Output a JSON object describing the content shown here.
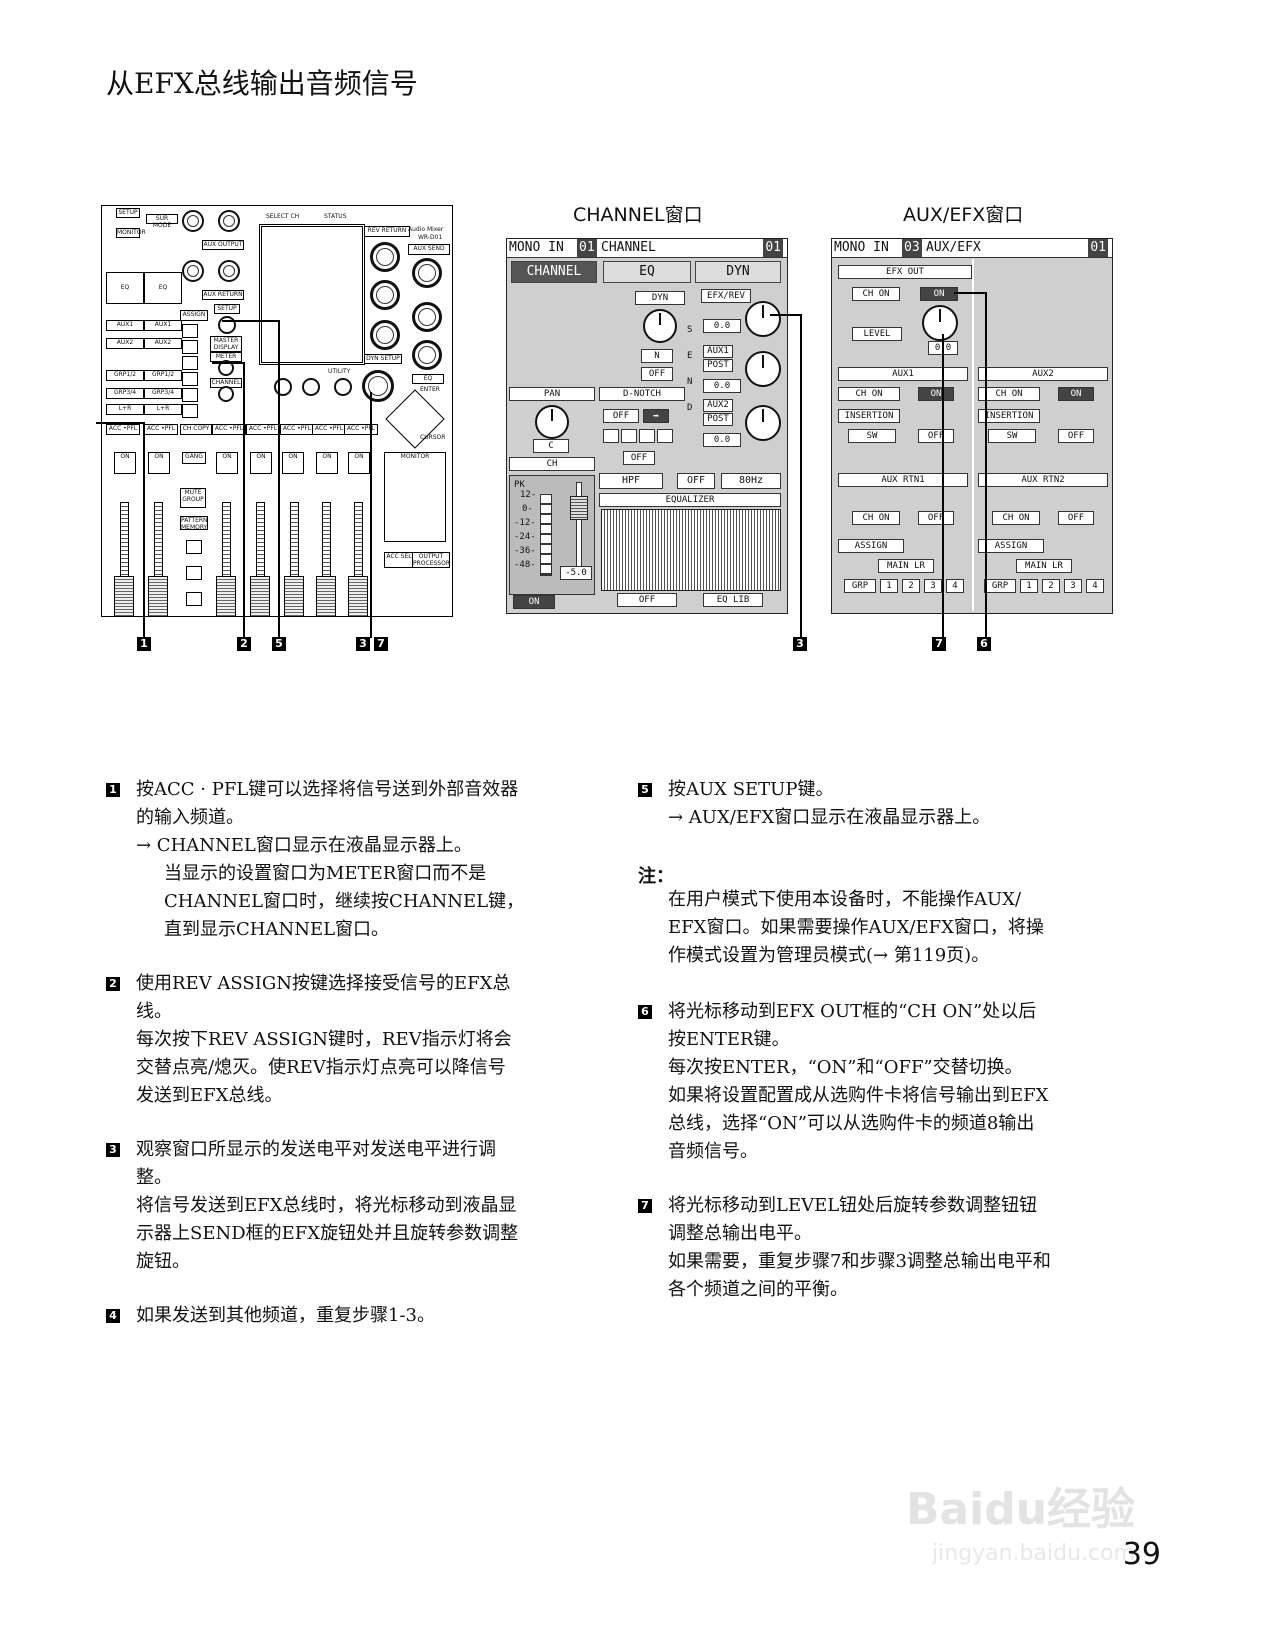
{
  "page": {
    "title": "从EFX总线输出音频信号",
    "number": "39"
  },
  "figures": {
    "channel_caption": "CHANNEL窗口",
    "auxefx_caption": "AUX/EFX窗口"
  },
  "console": {
    "labels": [
      "SETUP",
      "SUR MODE",
      "MONITOR",
      "EQ",
      "EQ",
      "AUX1",
      "AUX1",
      "AUX2",
      "AUX2",
      "GRP1/2",
      "GRP1/2",
      "GRP3/4",
      "GRP3/4",
      "L+R",
      "L+R",
      "ASSIGN",
      "SETUP",
      "MASTER DISPLAY",
      "METER",
      "CHANNEL",
      "REV RETURN",
      "AUX SEND",
      "Audio Mixer",
      "WR-D01",
      "AUX OUTPUT",
      "AUX RETURN",
      "DYN SETUP",
      "EQ",
      "ENTER",
      "CURSOR",
      "UTILITY",
      "CH COPY",
      "GANG",
      "MUTE GROUP",
      "PATTERN MEMORY",
      "MONITOR",
      "ACC SEL",
      "OUTPUT PROCESSOR",
      "ACC·PFL",
      "ON",
      "SELECT CH",
      "STATUS"
    ],
    "strip_label": "ACC •PFL",
    "on_label": "ON",
    "lr_label": "L+R"
  },
  "channel_window": {
    "header": {
      "mono_in": "MONO IN",
      "ch_num": "01",
      "name": "CHANNEL",
      "page": "01"
    },
    "tabs": [
      "CHANNEL",
      "EQ",
      "DYN"
    ],
    "dyn": {
      "title": "DYN",
      "n": "N",
      "off": "OFF"
    },
    "send": {
      "letters": [
        "S",
        "E",
        "N",
        "D"
      ],
      "efx_rev": "EFX/REV",
      "efx_val": "0.0",
      "aux1": "AUX1",
      "aux1_post": "POST",
      "aux1_val": "0.0",
      "aux2": "AUX2",
      "aux2_post": "POST",
      "aux2_val": "0.0"
    },
    "pan": {
      "title": "PAN",
      "val": "C",
      "ch": "CH"
    },
    "dnotch": {
      "title": "D-NOTCH",
      "off": "OFF",
      "off2": "OFF"
    },
    "hpf": {
      "title": "HPF",
      "state": "OFF",
      "freq": "80Hz"
    },
    "equalizer": "EQUALIZER",
    "meter": {
      "pk": "PK",
      "scale": [
        "12-",
        "0-",
        "-12-",
        "-24-",
        "-36-",
        "-48-"
      ],
      "level": "-5.0",
      "on": "ON"
    },
    "bottom": {
      "off": "OFF",
      "eqlib": "EQ LIB"
    }
  },
  "auxefx_window": {
    "header": {
      "mono_in": "MONO IN",
      "ch_num": "03",
      "name": "AUX/EFX",
      "page": "01"
    },
    "efx_out": {
      "title": "EFX OUT",
      "ch_on": "CH ON",
      "on": "ON",
      "level": "LEVEL",
      "val": "0.0"
    },
    "aux1": {
      "title": "AUX1",
      "ch_on": "CH ON",
      "on": "ON",
      "insertion": "INSERTION",
      "sw": "SW",
      "off": "OFF"
    },
    "aux2": {
      "title": "AUX2",
      "ch_on": "CH ON",
      "on": "ON",
      "insertion": "INSERTION",
      "sw": "SW",
      "off": "OFF"
    },
    "aux_rtn1": {
      "title": "AUX RTN1",
      "ch_on": "CH ON",
      "off": "OFF",
      "assign": "ASSIGN",
      "main_lr": "MAIN LR",
      "grp": "GRP",
      "nums": [
        "1",
        "2",
        "3",
        "4"
      ]
    },
    "aux_rtn2": {
      "title": "AUX RTN2",
      "ch_on": "CH ON",
      "off": "OFF",
      "assign": "ASSIGN",
      "main_lr": "MAIN LR",
      "grp": "GRP",
      "nums": [
        "1",
        "2",
        "3",
        "4"
      ]
    }
  },
  "markers": [
    "1",
    "2",
    "5",
    "3",
    "7",
    "3",
    "7",
    "6"
  ],
  "steps": {
    "s1": {
      "num": "1",
      "l1": "按ACC · PFL键可以选择将信号送到外部音效器",
      "l2": "的输入频道。",
      "l3": "→ CHANNEL窗口显示在液晶显示器上。",
      "l4": "当显示的设置窗口为METER窗口而不是",
      "l5": "CHANNEL窗口时，继续按CHANNEL键，",
      "l6": "直到显示CHANNEL窗口。"
    },
    "s2": {
      "num": "2",
      "l1": "使用REV ASSIGN按键选择接受信号的EFX总",
      "l2": "线。",
      "l3": "每次按下REV ASSIGN键时，REV指示灯将会",
      "l4": "交替点亮/熄灭。使REV指示灯点亮可以降信号",
      "l5": "发送到EFX总线。"
    },
    "s3": {
      "num": "3",
      "l1": "观察窗口所显示的发送电平对发送电平进行调",
      "l2": "整。",
      "l3": "将信号发送到EFX总线时，将光标移动到液晶显",
      "l4": "示器上SEND框的EFX旋钮处并且旋转参数调整",
      "l5": "旋钮。"
    },
    "s4": {
      "num": "4",
      "l1": "如果发送到其他频道，重复步骤1-3。"
    },
    "s5": {
      "num": "5",
      "l1": "按AUX SETUP键。",
      "l2": "→ AUX/EFX窗口显示在液晶显示器上。"
    },
    "note": {
      "title": "注：",
      "l1": "在用户模式下使用本设备时，不能操作AUX/",
      "l2": "EFX窗口。如果需要操作AUX/EFX窗口，将操",
      "l3": "作模式设置为管理员模式(→ 第119页)。"
    },
    "s6": {
      "num": "6",
      "l1": "将光标移动到EFX OUT框的“CH ON”处以后",
      "l2": "按ENTER键。",
      "l3": "每次按ENTER，“ON”和“OFF”交替切换。",
      "l4": "如果将设置配置成从选购件卡将信号输出到EFX",
      "l5": "总线，选择“ON”可以从选购件卡的频道8输出",
      "l6": "音频信号。"
    },
    "s7": {
      "num": "7",
      "l1": "将光标移动到LEVEL钮处后旋转参数调整钮钮",
      "l2": "调整总输出电平。",
      "l3": "如果需要，重复步骤7和步骤3调整总输出电平和",
      "l4": "各个频道之间的平衡。"
    }
  },
  "watermark": {
    "main": "Baidu经验",
    "sub": "jingyan.baidu.com"
  }
}
